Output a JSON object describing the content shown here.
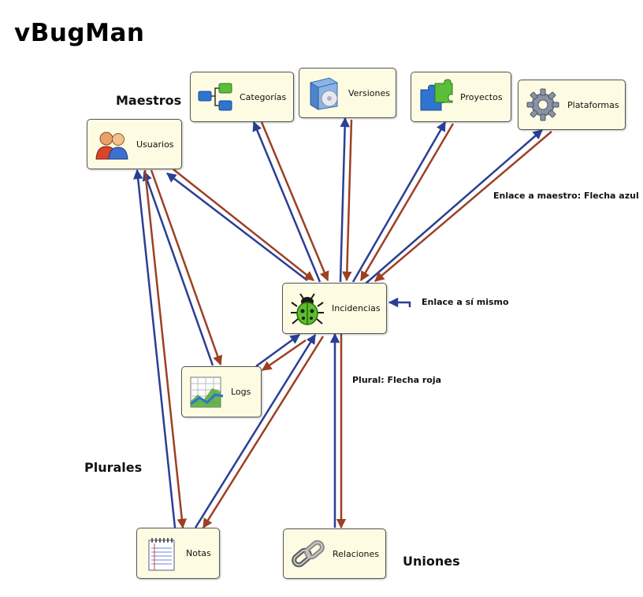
{
  "page": {
    "title": "vBugMan"
  },
  "sections": {
    "maestros": "Maestros",
    "plurales": "Plurales",
    "uniones": "Uniones"
  },
  "notes": {
    "blue": "Enlace a maestro: Flecha azul",
    "self": "Enlace a sí mismo",
    "red": "Plural: Flecha roja"
  },
  "colors": {
    "blue_arrow": "#2a3f94",
    "red_arrow": "#9c4024",
    "node_bg": "#fdfce3"
  },
  "nodes": {
    "usuarios": {
      "label": "Usuarios",
      "icon": "users-icon"
    },
    "categorias": {
      "label": "Categorías",
      "icon": "category-tree-icon"
    },
    "versiones": {
      "label": "Versiones",
      "icon": "software-box-icon"
    },
    "proyectos": {
      "label": "Proyectos",
      "icon": "puzzle-icon"
    },
    "plataformas": {
      "label": "Plataformas",
      "icon": "gear-icon"
    },
    "incidencias": {
      "label": "Incidencias",
      "icon": "bug-icon"
    },
    "logs": {
      "label": "Logs",
      "icon": "chart-icon"
    },
    "notas": {
      "label": "Notas",
      "icon": "notepad-icon"
    },
    "relaciones": {
      "label": "Relaciones",
      "icon": "chain-link-icon"
    }
  }
}
